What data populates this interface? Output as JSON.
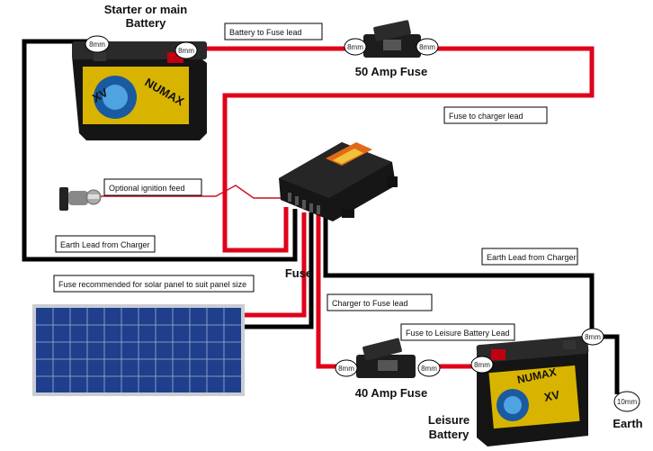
{
  "labels": {
    "starter_battery_line1": "Starter or main",
    "starter_battery_line2": "Battery",
    "fuse_50": "50 Amp Fuse",
    "fuse_40": "40 Amp Fuse",
    "fuse_solar": "Fuse",
    "leisure_battery_line1": "Leisure",
    "leisure_battery_line2": "Battery",
    "earth": "Earth"
  },
  "callouts": {
    "battery_to_fuse": "Battery to Fuse lead",
    "fuse_to_charger": "Fuse to charger lead",
    "optional_ignition": "Optional ignition feed",
    "earth_lead_left": "Earth Lead from Charger",
    "earth_lead_right": "Earth Lead from Charger",
    "solar_fuse_note": "Fuse recommended for solar panel to suit panel size",
    "charger_to_fuse": "Charger to Fuse lead",
    "fuse_to_leisure": "Fuse  to Leisure Battery Lead"
  },
  "terminal_sizes": {
    "starter_neg": "8mm",
    "starter_pos": "8mm",
    "fuse50_left": "8mm",
    "fuse50_right": "8mm",
    "fuse40_left": "8mm",
    "fuse40_right": "8mm",
    "leisure_pos": "8mm",
    "leisure_neg": "8mm",
    "earth_ring": "10mm"
  },
  "battery_brand": "NUMAX",
  "battery_model": "XV",
  "colors": {
    "positive_cable": "#e0001a",
    "negative_cable": "#000000",
    "thin_feed": "#cc1020"
  }
}
